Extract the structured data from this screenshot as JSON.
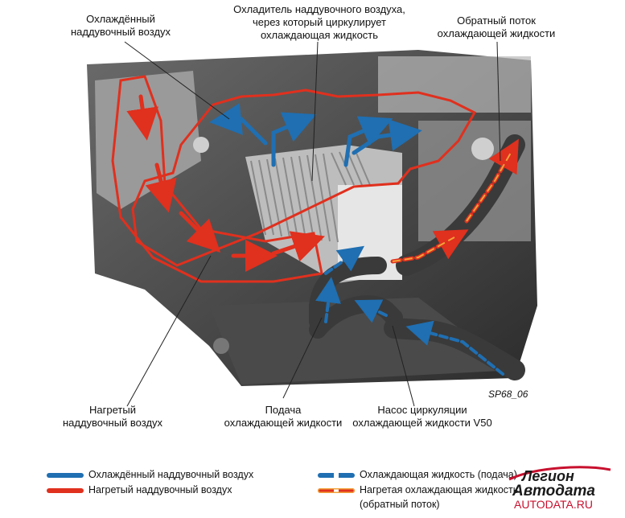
{
  "labels": {
    "cooled_air": [
      "Охлаждённый",
      "наддувочный воздух"
    ],
    "intercooler": [
      "Охладитель наддувочного воздуха,",
      "через который циркулирует",
      "охлаждающая жидкость"
    ],
    "return_flow": [
      "Обратный поток",
      "охлаждающей жидкости"
    ],
    "heated_air": [
      "Нагретый",
      "наддувочный воздух"
    ],
    "coolant_supply": [
      "Подача",
      "охлаждающей жидкости"
    ],
    "pump": [
      "Насос циркуляции",
      "охлаждающей жидкости V50"
    ]
  },
  "figure_code": "SP68_06",
  "legend": [
    {
      "text": "Охлаждённый наддувочный воздух",
      "color": "#1f6fb2",
      "style": "solid"
    },
    {
      "text": "Нагретый наддувочный воздух",
      "color": "#e0301e",
      "style": "solid"
    },
    {
      "text": "Охлаждающая жидкость (подача)",
      "color": "#1f6fb2",
      "style": "dashed"
    },
    {
      "text": "Нагретая охлаждающая жидкость",
      "sub": "(обратный поток)",
      "color": "#e0301e",
      "style": "dashed-orange"
    }
  ],
  "logo": {
    "line1": "Легион",
    "line2": "Автодата",
    "site": "AUTODATA.RU"
  }
}
